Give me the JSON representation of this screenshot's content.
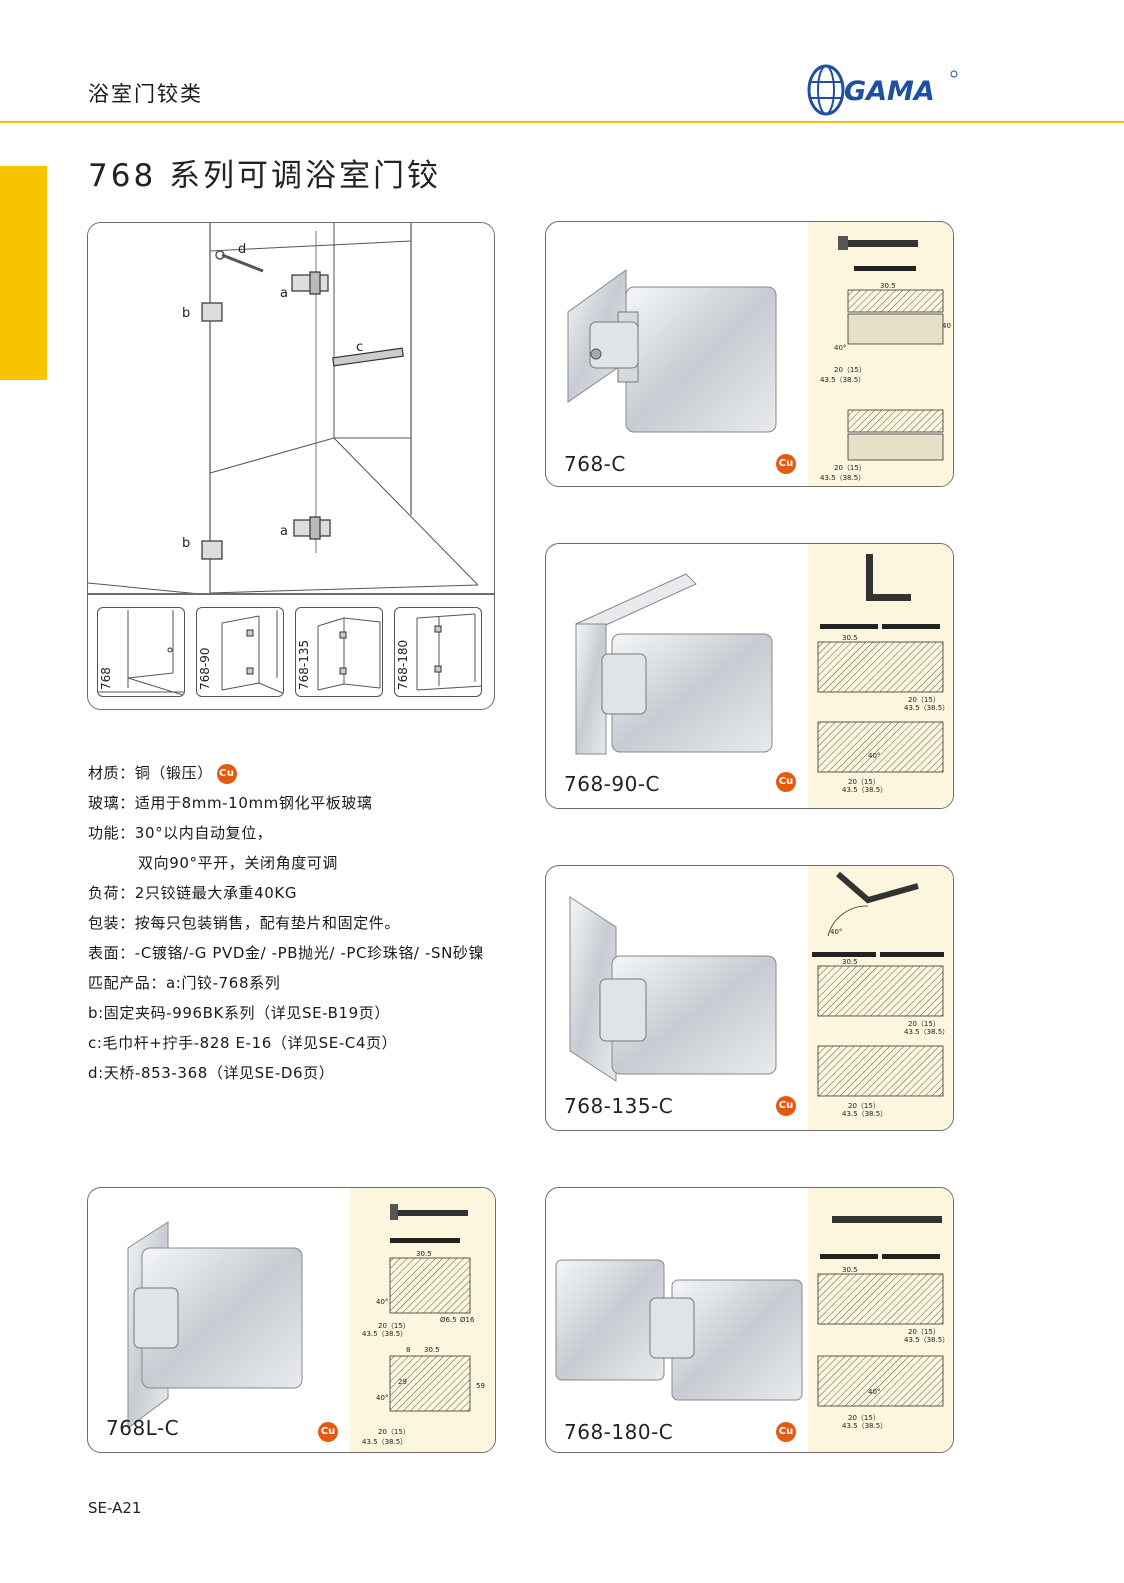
{
  "header": {
    "category": "浴室门铰类",
    "logo_text": "GAMA"
  },
  "page_title": "768 系列可调浴室门铰",
  "overview": {
    "callouts": [
      "a",
      "b",
      "c",
      "d"
    ],
    "thumbnails": [
      {
        "label": "768"
      },
      {
        "label": "768-90"
      },
      {
        "label": "768-135"
      },
      {
        "label": "768-180"
      }
    ]
  },
  "specs": [
    {
      "text": "材质：铜（锻压）",
      "badge": "Cu"
    },
    {
      "text": "玻璃：适用于8mm-10mm钢化平板玻璃"
    },
    {
      "text": "功能：30°以内自动复位，"
    },
    {
      "text": "双向90°平开，关闭角度可调",
      "indent": true
    },
    {
      "text": "负荷：2只铰链最大承重40KG"
    },
    {
      "text": "包装：按每只包装销售，配有垫片和固定件。"
    },
    {
      "text": "表面：-C镀铬/-G PVD金/ -PB抛光/ -PC珍珠铬/ -SN砂镍"
    },
    {
      "text": "匹配产品：a:门铰-768系列"
    },
    {
      "text": "b:固定夹码-996BK系列（详见SE-B19页）"
    },
    {
      "text": "c:毛巾杆+拧手-828 E-16（详见SE-C4页）"
    },
    {
      "text": "d:天桥-853-368（详见SE-D6页）"
    }
  ],
  "products": [
    {
      "model": "768-C",
      "badge": "Cu"
    },
    {
      "model": "768-90-C",
      "badge": "Cu"
    },
    {
      "model": "768-135-C",
      "badge": "Cu"
    },
    {
      "model": "768L-C",
      "badge": "Cu"
    },
    {
      "model": "768-180-C",
      "badge": "Cu"
    }
  ],
  "dimensions": {
    "d1": "30.5",
    "d2": "40",
    "d3": "20（15）",
    "d4": "43.5（38.5）",
    "d5": "Ø6.5",
    "d6": "Ø16",
    "d7": "8",
    "d8": "29",
    "d9": "59",
    "d10": "40°"
  },
  "footer": {
    "page_code": "SE-A21"
  },
  "colors": {
    "accent": "#f7c500",
    "badge": "#e65a10",
    "diagram_bg": "#fbf6dd",
    "logo": "#1d4fa3"
  }
}
